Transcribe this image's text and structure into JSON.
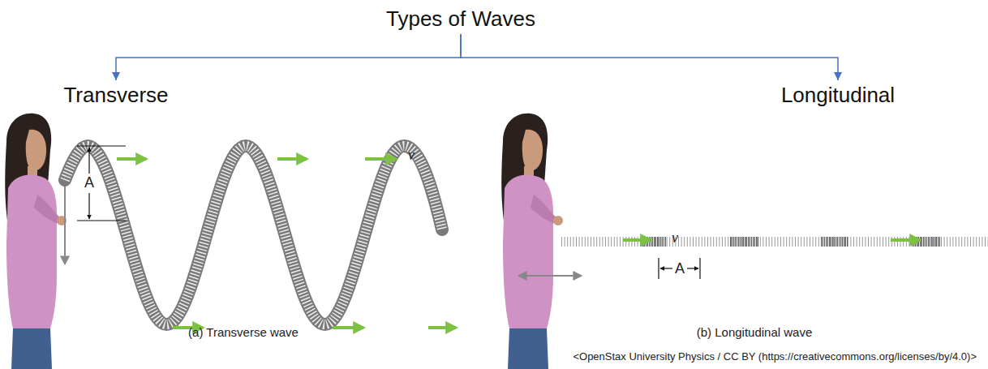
{
  "diagram": {
    "nodes": [
      {
        "text": [
          "Types of Waves"
        ]
      },
      {
        "text": [
          "Transverse"
        ]
      },
      {
        "text": [
          "Longitudinal"
        ]
      }
    ],
    "edges": [
      {
        "from": 0,
        "to": 1,
        "arrow": "to"
      },
      {
        "from": 0,
        "to": 2,
        "arrow": "to"
      }
    ],
    "labels": [
      "A",
      "v",
      "v",
      "A",
      "(a) Transverse wave",
      "(b) Longitudinal wave",
      "<OpenStax University Physics / CC BY (https://creativecommons.org/licenses/by/4.0)>"
    ]
  }
}
